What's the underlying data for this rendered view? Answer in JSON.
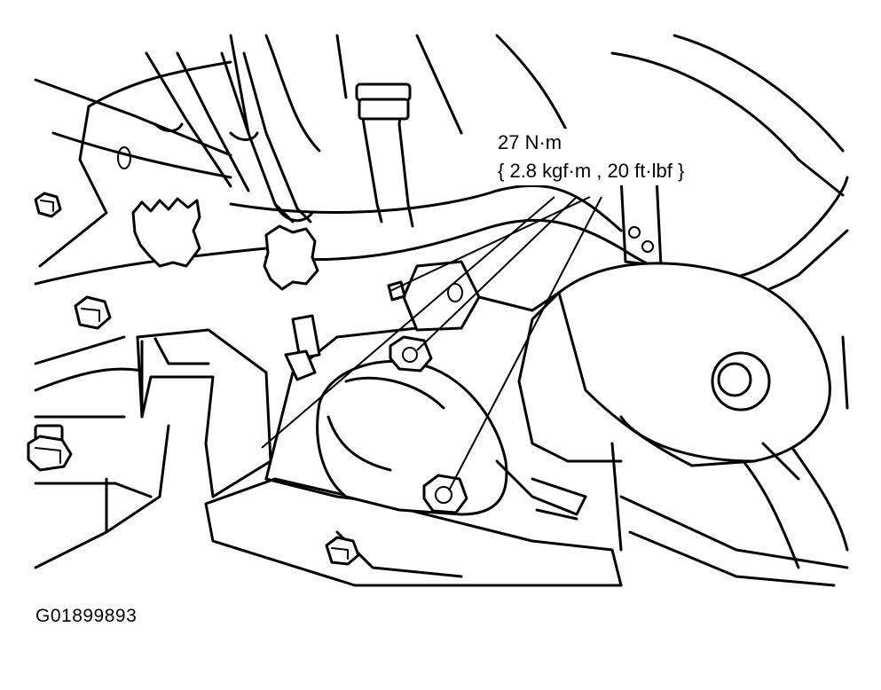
{
  "callout": {
    "line1": "27 N·m",
    "line2": "{ 2.8 kgf·m , 20 ft·lbf }"
  },
  "figure_id": "G01899893",
  "icons": {
    "bolts": [
      "bolt-icon"
    ],
    "illustration": "engine-starter-mount-illustration"
  }
}
